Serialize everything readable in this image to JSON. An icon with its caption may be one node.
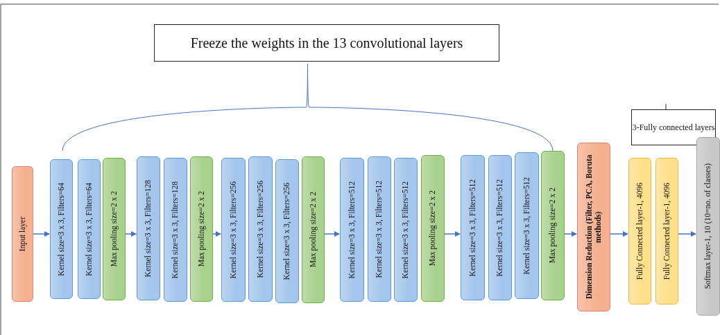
{
  "diagram": {
    "nodes": [
      {
        "text": [
          "Freeze the weights in the 13 convolutional layers"
        ]
      },
      {
        "text": [
          "3-Fully connected layers"
        ]
      },
      {
        "text": [
          "Input layer"
        ]
      },
      {
        "text": [
          "Kernel size=3 x 3, Filters=64"
        ]
      },
      {
        "text": [
          "Kernel size=3 x 3, Filters=64"
        ]
      },
      {
        "text": [
          "Max pooling size=2 x 2"
        ]
      },
      {
        "text": [
          "Kernel size=3 x 3, Filters=128"
        ]
      },
      {
        "text": [
          "Kernel size=3 x 3, Filters=128"
        ]
      },
      {
        "text": [
          "Max pooling size=2 x 2"
        ]
      },
      {
        "text": [
          "Kernel size=3 x 3, Filters=256"
        ]
      },
      {
        "text": [
          "Kernel size=3 x 3, Filters=256"
        ]
      },
      {
        "text": [
          "Kernel size=3 x 3, Filters=256"
        ]
      },
      {
        "text": [
          "Max pooling size=2 x 2"
        ]
      },
      {
        "text": [
          "Kernel size=3 x 3, Filters=512"
        ]
      },
      {
        "text": [
          "Kernel size=3 x 3, Filters=512"
        ]
      },
      {
        "text": [
          "Kernel size=3 x 3, Filters=512"
        ]
      },
      {
        "text": [
          "Max pooling size=2 x 2"
        ]
      },
      {
        "text": [
          "Kernel size=3 x 3, Filters=512"
        ]
      },
      {
        "text": [
          "Kernel size=3 x 3, Filters=512"
        ]
      },
      {
        "text": [
          "Kernel size=3 x 3, Filters=512"
        ]
      },
      {
        "text": [
          "Max pooling size=2 x 2"
        ]
      },
      {
        "text": [
          "Dimension Reduction (Filter, PCA, Boruta methods)"
        ]
      },
      {
        "text": [
          "Fully Connected layer-1, 4096"
        ]
      },
      {
        "text": [
          "Fully Connected layer-1, 4096"
        ]
      },
      {
        "text": [
          "Softmax layer-1, 10 (10=no. of classes)"
        ]
      }
    ],
    "edges": [
      {
        "from": 2,
        "to": 3,
        "arrow": "to"
      },
      {
        "from": 5,
        "to": 6,
        "arrow": "to"
      },
      {
        "from": 8,
        "to": 9,
        "arrow": "to"
      },
      {
        "from": 12,
        "to": 13,
        "arrow": "to"
      },
      {
        "from": 16,
        "to": 17,
        "arrow": "to"
      },
      {
        "from": 20,
        "to": 21,
        "arrow": "to"
      },
      {
        "from": 21,
        "to": 22,
        "arrow": "to"
      },
      {
        "from": 23,
        "to": 24,
        "arrow": "to"
      }
    ]
  }
}
